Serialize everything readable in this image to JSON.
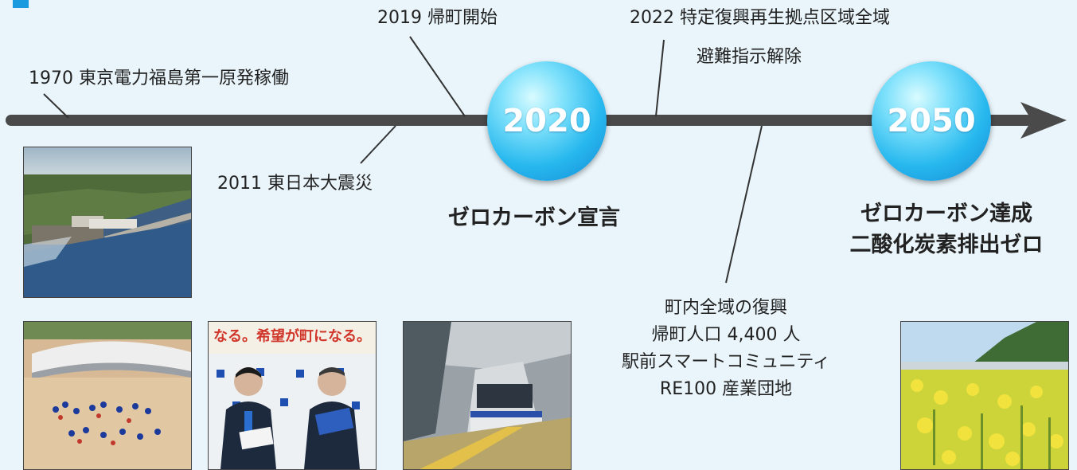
{
  "events": {
    "e1970": "1970 東京電力福島第一原発稼働",
    "e2011": "2011 東日本大震災",
    "e2019": "2019 帰町開始",
    "e2022_line1": "2022 特定復興再生拠点区域全域",
    "e2022_line2": "避難指示解除"
  },
  "milestones": {
    "y2020": "2020",
    "y2050": "2050"
  },
  "headlines": {
    "zero_declare": "ゼロカーボン宣言",
    "zero_achieve_1": "ゼロカーボン達成",
    "zero_achieve_2": "二酸化炭素排出ゼロ"
  },
  "goals": [
    "町内全域の復興",
    "帰町人口 4,400 人",
    "駅前スマートコミュニティ",
    "RE100 産業団地"
  ],
  "photos": {
    "poster_banner": "なる。希望が町になる。"
  },
  "colors": {
    "background": "#e9f5fb",
    "timeline": "#4a4a4a",
    "circle": "#27b8ee"
  }
}
